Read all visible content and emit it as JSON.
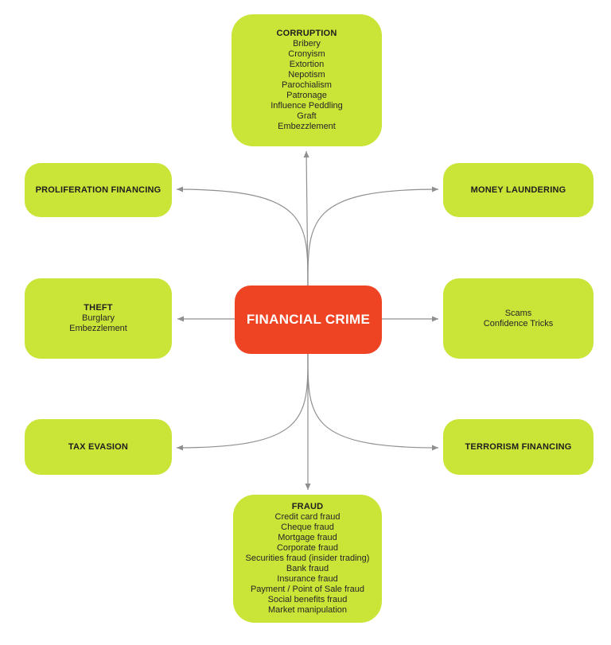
{
  "diagram": {
    "center": {
      "label": "FINANCIAL CRIME"
    },
    "colors": {
      "node_green": "#cbe438",
      "center_red": "#ee4424",
      "connector_gray": "#8f8f8f",
      "node_text": "#1e1e1e",
      "center_text": "#ffffff",
      "background": "#ffffff"
    },
    "nodes": [
      {
        "id": "corruption",
        "title": "CORRUPTION",
        "items": [
          "Bribery",
          "Cronyism",
          "Extortion",
          "Nepotism",
          "Parochialism",
          "Patronage",
          "Influence Peddling",
          "Graft",
          "Embezzlement"
        ]
      },
      {
        "id": "proliferation-financing",
        "title": "PROLIFERATION FINANCING",
        "items": []
      },
      {
        "id": "money-laundering",
        "title": "MONEY LAUNDERING",
        "items": []
      },
      {
        "id": "theft",
        "title": "THEFT",
        "items": [
          "Burglary",
          "Embezzlement"
        ]
      },
      {
        "id": "scams",
        "title": "",
        "items": [
          "Scams",
          "Confidence Tricks"
        ]
      },
      {
        "id": "tax-evasion",
        "title": "TAX EVASION",
        "items": []
      },
      {
        "id": "terrorism-financing",
        "title": "TERRORISM FINANCING",
        "items": []
      },
      {
        "id": "fraud",
        "title": "FRAUD",
        "items": [
          "Credit card fraud",
          "Cheque fraud",
          "Mortgage fraud",
          "Corporate fraud",
          "Securities fraud (insider trading)",
          "Bank fraud",
          "Insurance fraud",
          "Payment / Point of Sale fraud",
          "Social benefits fraud",
          "Market manipulation"
        ]
      }
    ]
  }
}
